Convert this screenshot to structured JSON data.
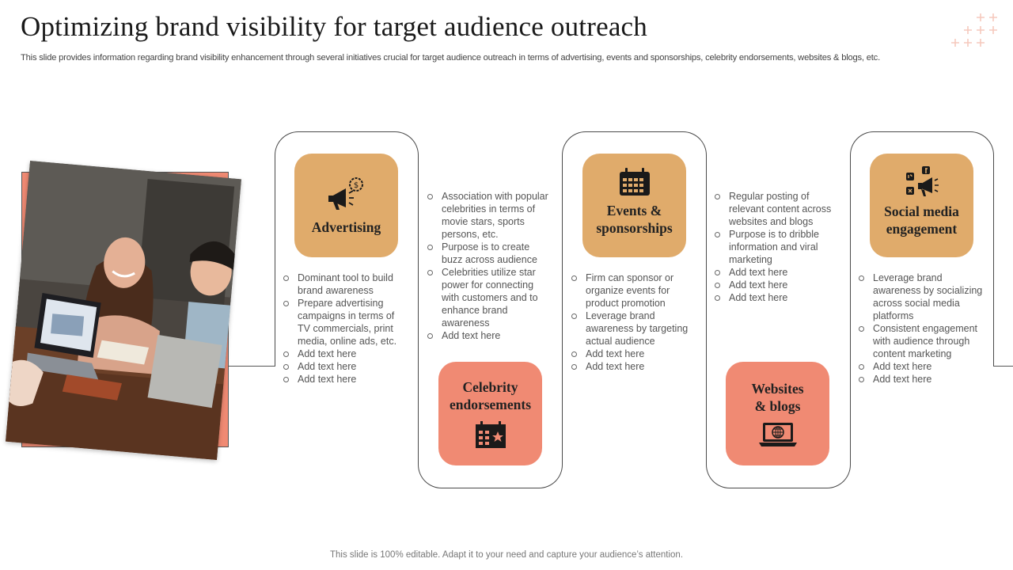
{
  "slide": {
    "title": "Optimizing brand visibility for target audience outreach",
    "subtitle": "This slide provides information regarding brand visibility enhancement through several initiatives crucial for target audience outreach in terms of advertising, events and sponsorships, celebrity endorsements, websites & blogs, etc.",
    "footer": "This slide is 100% editable. Adapt it to your need and capture your audience’s attention."
  },
  "colors": {
    "tan": "#e0ab6b",
    "salmon": "#f08a73",
    "frame": "#4a4a4a"
  },
  "photo": {
    "subject": "people-laughing-at-laptop-photo"
  },
  "initiatives": {
    "advertising": {
      "label": "Advertising",
      "icon": "megaphone-dollar-icon",
      "bullets": [
        "Dominant tool to build brand awareness",
        "Prepare advertising campaigns in terms of TV commercials, print media, online ads, etc.",
        "Add text here",
        "Add text here",
        "Add text here"
      ]
    },
    "celebrity": {
      "label": "Celebrity endorsements",
      "label_line1": "Celebrity",
      "label_line2": "endorsements",
      "icon": "calendar-star-icon",
      "bullets": [
        "Association with popular celebrities in terms of movie stars, sports persons, etc.",
        "Purpose is to create buzz across audience",
        "Celebrities utilize star power for connecting with customers and to enhance brand awareness",
        "Add text here"
      ]
    },
    "events": {
      "label": "Events & sponsorships",
      "label_line1": "Events &",
      "label_line2": "sponsorships",
      "icon": "calendar-icon",
      "bullets": [
        "Firm can sponsor or organize events for product promotion",
        "Leverage brand awareness by targeting actual audience",
        "Add text here",
        "Add text here"
      ]
    },
    "websites": {
      "label": "Websites & blogs",
      "label_line1": "Websites",
      "label_line2": "& blogs",
      "icon": "laptop-globe-icon",
      "bullets": [
        "Regular posting of relevant content across websites and blogs",
        "Purpose is to dribble information and viral marketing",
        "Add text here",
        "Add text here",
        "Add text here"
      ]
    },
    "social": {
      "label": "Social media engagement",
      "label_line1": "Social media",
      "label_line2": "engagement",
      "icon": "social-megaphone-icon",
      "bullets": [
        "Leverage brand awareness by socializing across social media platforms",
        "Consistent engagement with audience through content marketing",
        "Add text here",
        "Add text here"
      ]
    }
  }
}
